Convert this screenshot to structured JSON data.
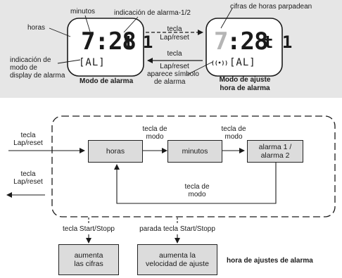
{
  "alarm_panel": {
    "display_left": {
      "digits": "7:28",
      "alarm_indicator": "t 1",
      "mode_text": "[AL]",
      "caption": "Modo de alarma"
    },
    "display_right": {
      "hour_digit": "7",
      "rest_digits": ":28",
      "alarm_indicator": "t 1",
      "alarm_symbol": "((•))",
      "mode_text": "[AL]",
      "caption_line1": "Modo de ajuste",
      "caption_line2": "hora de alarma"
    },
    "labels": {
      "minutes": "minutos",
      "hours": "horas",
      "alarm_indication": "indicación de alarma-1/2",
      "display_mode_line1": "indicación de",
      "display_mode_line2": "modo de",
      "display_mode_line3": "display de alarma",
      "flashing_hours": "cifras de horas parpadean",
      "alarm_symbol_line1": "aparece símbolo",
      "alarm_symbol_line2": "de alarma"
    },
    "arrows": {
      "to_right_line1": "tecla",
      "to_right_line2": "Lap/reset",
      "to_left_line1": "tecla",
      "to_left_line2": "Lap/reset"
    }
  },
  "flow": {
    "entry_line1": "tecla",
    "entry_line2": "Lap/reset",
    "exit_line1": "tecla",
    "exit_line2": "Lap/reset",
    "box_hours": "horas",
    "box_minutes": "minutos",
    "box_alarm_line1": "alarma 1 /",
    "box_alarm_line2": "alarma 2",
    "mode_key_1_line1": "tecla de",
    "mode_key_1_line2": "modo",
    "mode_key_2_line1": "tecla de",
    "mode_key_2_line2": "modo",
    "mode_key_3_line1": "tecla de",
    "mode_key_3_line2": "modo",
    "start_stop": "tecla Start/Stopp",
    "stop_start_stop": "parada tecla Start/Stopp",
    "increase_digits_line1": "aumenta",
    "increase_digits_line2": "las cifras",
    "increase_speed_line1": "aumenta la",
    "increase_speed_line2": "velocidad de ajuste",
    "caption": "hora de ajustes de alarma"
  }
}
